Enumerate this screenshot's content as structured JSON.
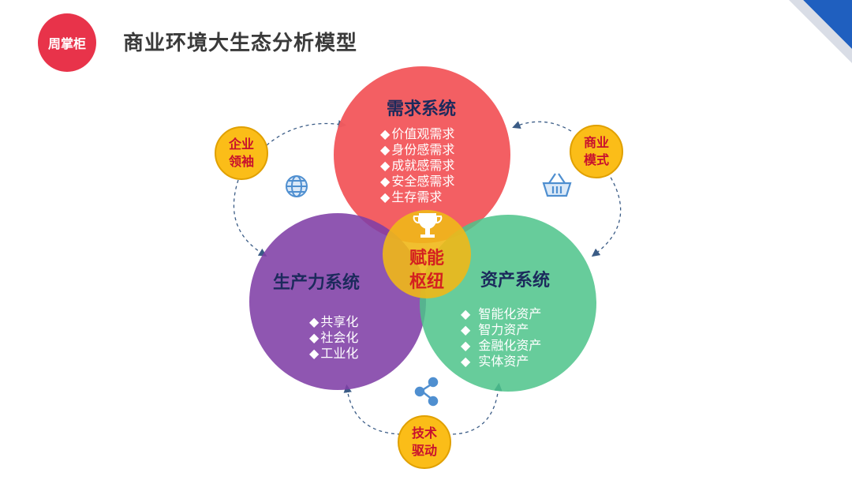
{
  "logo": {
    "text": "周掌柜"
  },
  "title": "商业环境大生态分析模型",
  "demand": {
    "title": "需求系统",
    "items": [
      "价值观需求",
      "身份感需求",
      "成就感需求",
      "安全感需求",
      "生存需求"
    ]
  },
  "productivity": {
    "title": "生产力系统",
    "items": [
      "共享化",
      "社会化",
      "工业化"
    ]
  },
  "asset": {
    "title": "资产系统",
    "items": [
      "智能化资产",
      "智力资产",
      "金融化资产",
      "实体资产"
    ]
  },
  "hub": {
    "line1": "赋能",
    "line2": "枢纽"
  },
  "badges": {
    "leader": "企业领袖",
    "business_model": "商业模式",
    "tech": "技术驱动"
  },
  "colors": {
    "logo": "#e8334a",
    "demand": "#f35a5e",
    "productivity": "#7f3fa6",
    "asset": "#4cc389",
    "hub": "#f0b818",
    "badge": "#fbbd18",
    "accent_blue": "#1f5fbf"
  },
  "icons": [
    "globe-icon",
    "basket-icon",
    "share-icon",
    "trophy-icon"
  ]
}
